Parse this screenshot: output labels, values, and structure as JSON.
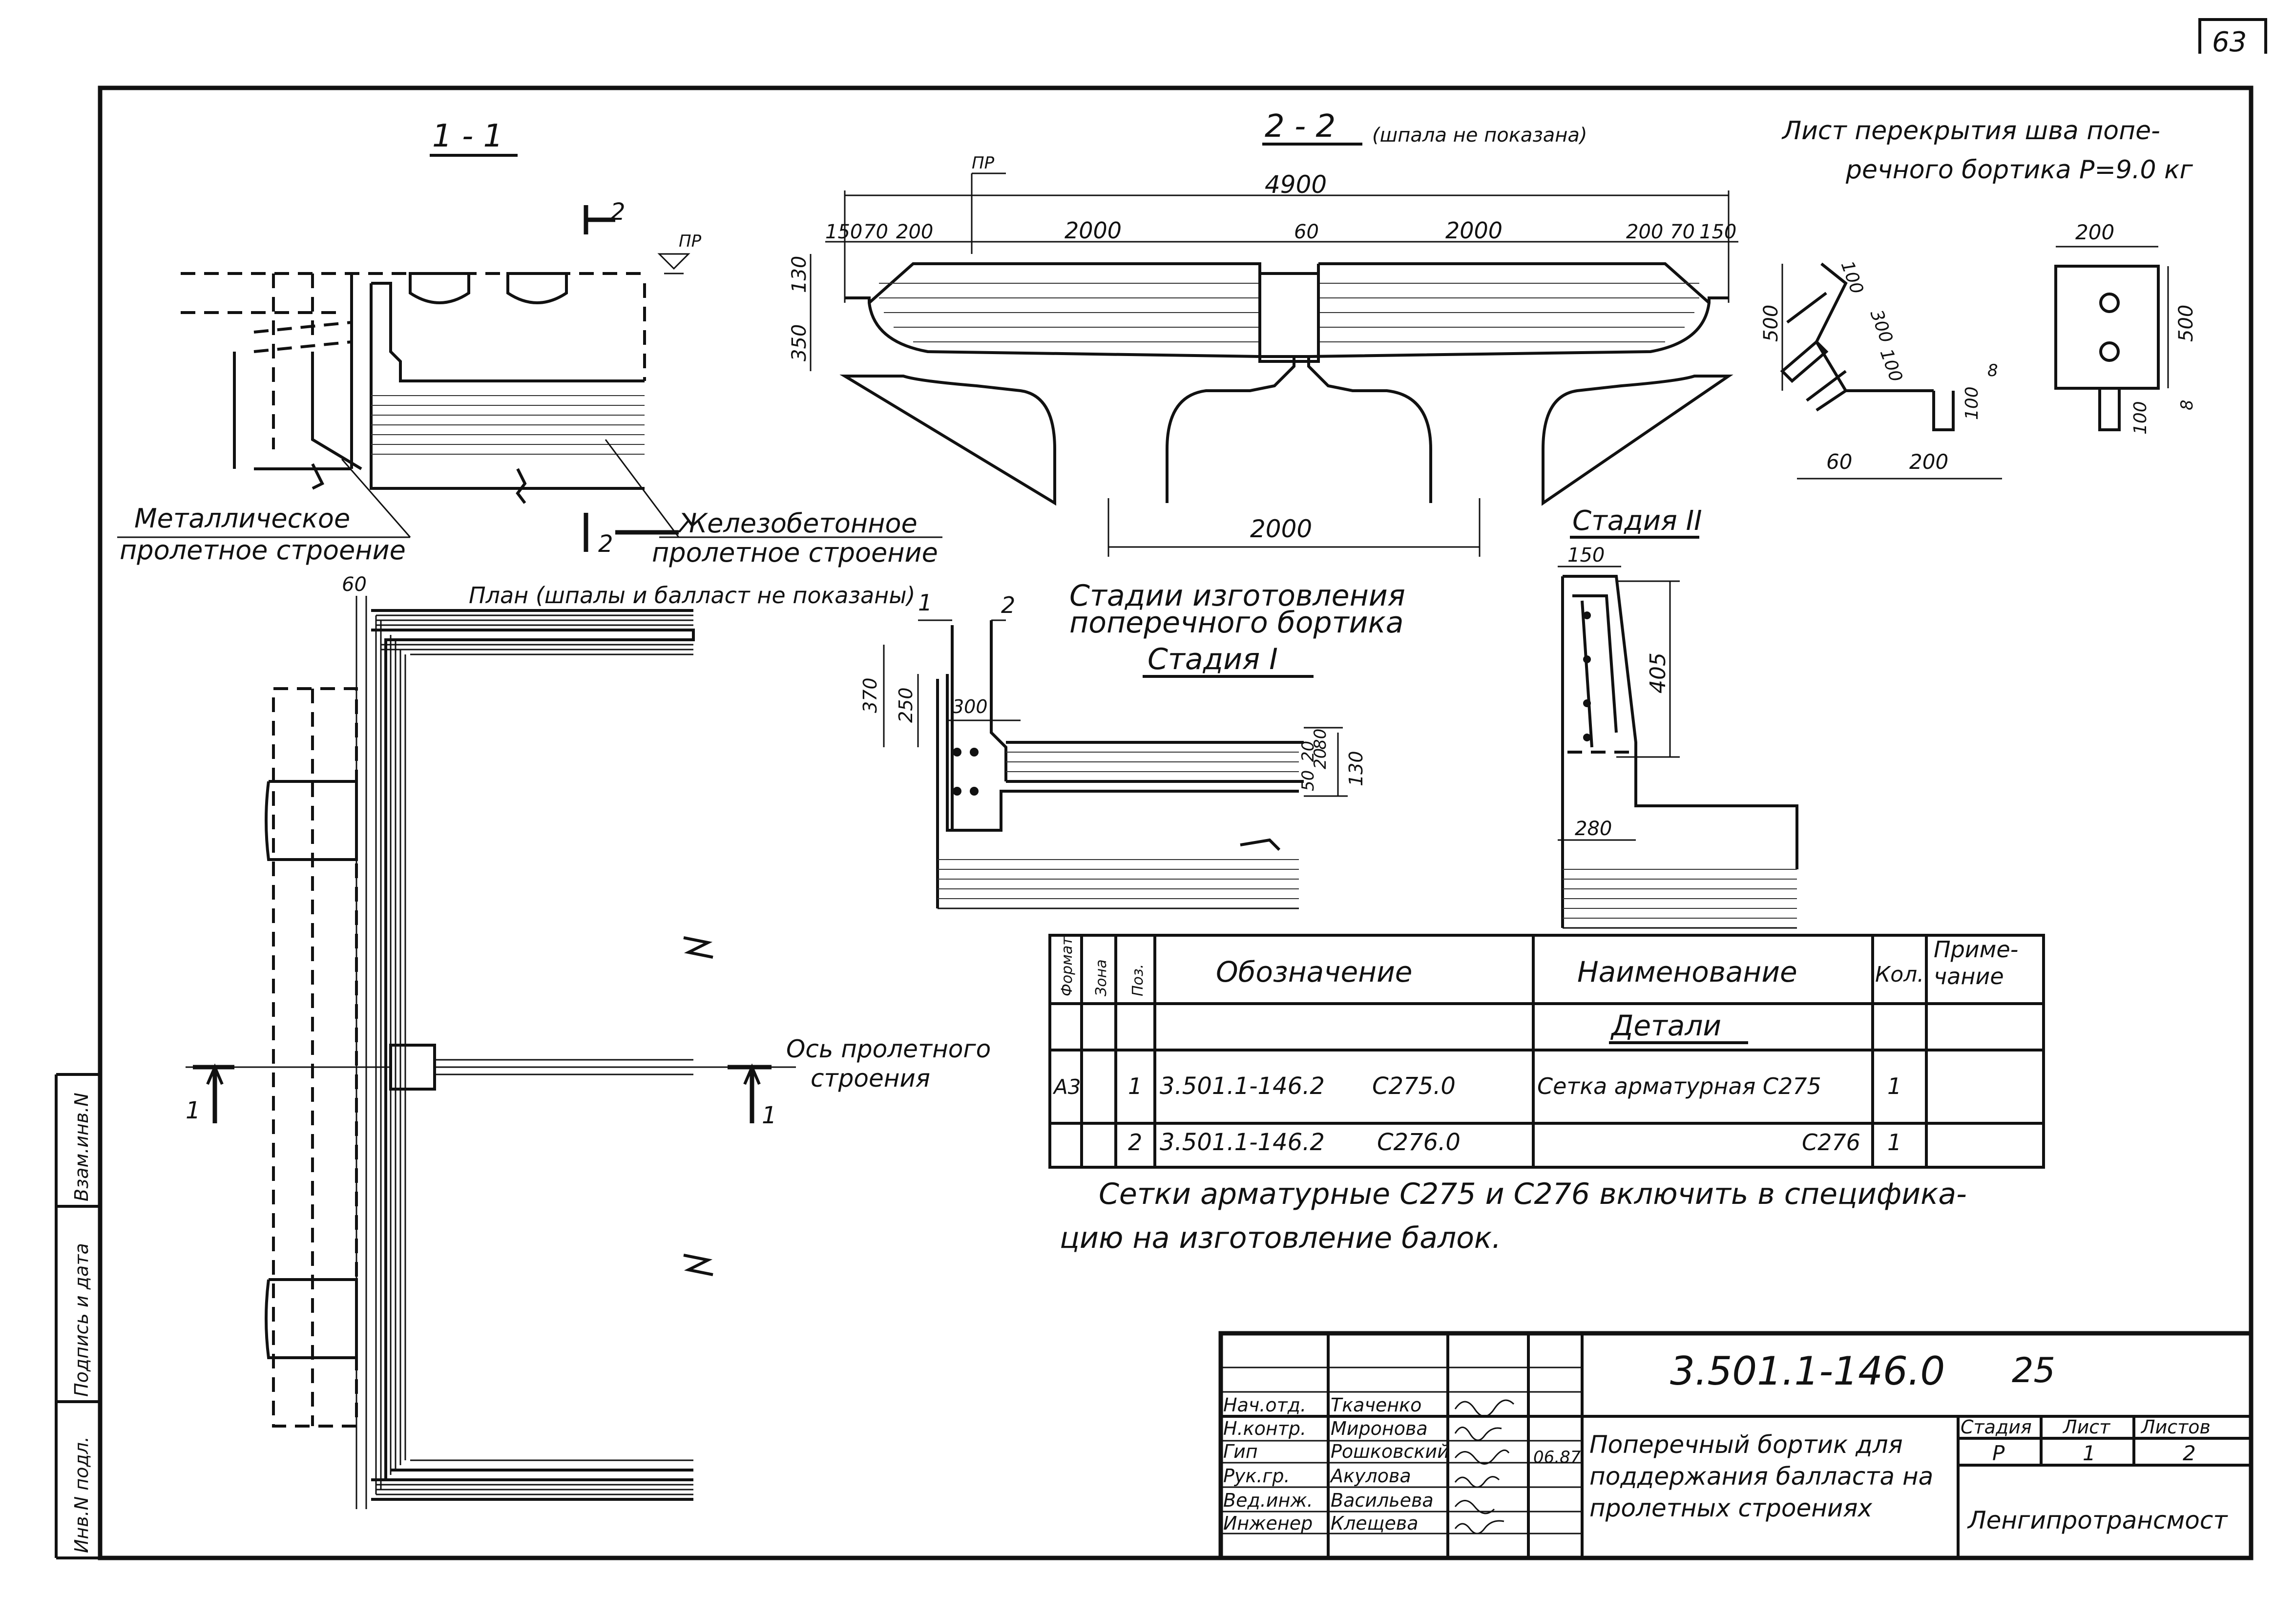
{
  "page_number": "63",
  "views": {
    "section_1_1": {
      "title": "1 - 1",
      "marker_2": "2",
      "level_mark": "ПР"
    },
    "section_2_2": {
      "title": "2 - 2",
      "note": "(шпала не показана)",
      "level_mark": "ПР",
      "dim_total": "4900",
      "dim_top": [
        "150",
        "70",
        "200",
        "2000",
        "60",
        "2000",
        "200",
        "70",
        "150"
      ],
      "dim_left": [
        "130",
        "350"
      ],
      "dim_bottom": "2000"
    },
    "joint_sheet": {
      "title_line1": "Лист перекрытия шва попе-",
      "title_line2": "речного бортика   P=9.0 кг",
      "dims": [
        "200",
        "500",
        "100",
        "300",
        "100",
        "8",
        "100",
        "60",
        "200",
        "500",
        "8",
        "100"
      ]
    },
    "labels": {
      "metal_line1": "Металлическое",
      "metal_line2": "пролетное строение",
      "concrete_line1": "Железобетонное",
      "concrete_line2": "пролетное строение"
    },
    "plan": {
      "title": "План (шпалы и балласт не показаны)",
      "dim": "60",
      "axis_line1": "Ось пролетного",
      "axis_line2": "строения",
      "marker_1": "1"
    },
    "stages": {
      "title_line1": "Стадии изготовления",
      "title_line2": "поперечного бортика",
      "stage1": "Стадия I",
      "stage2": "Стадия II",
      "pos1": "1",
      "pos2": "2",
      "stage1_dims": [
        "370",
        "250",
        "300",
        "80",
        "20",
        "50",
        "20",
        "130"
      ],
      "stage2_dims": [
        "150",
        "405",
        "280"
      ]
    }
  },
  "spec_table": {
    "headers": [
      "Формат",
      "Зона",
      "Поз.",
      "Обозначение",
      "Наименование",
      "Кол.",
      "Приме-",
      "чание"
    ],
    "section": "Детали",
    "rows": [
      {
        "format": "А3",
        "zone": "",
        "pos": "1",
        "designation": "3.501.1-146.2",
        "code": "С275.0",
        "name": "Сетка арматурная С275",
        "qty": "1",
        "note": ""
      },
      {
        "format": "",
        "zone": "",
        "pos": "2",
        "designation": "3.501.1-146.2",
        "code": "С276.0",
        "name": "С276",
        "qty": "1",
        "note": ""
      }
    ]
  },
  "note_line1": "Сетки арматурные С275 и С276 включить в специфика-",
  "note_line2": "цию на изготовление балок.",
  "side_stamp": [
    "Взам.инв.N",
    "Подпись и дата",
    "Инв.N подл."
  ],
  "title_block": {
    "doc_code": "3.501.1-146.0",
    "sheet_ref": "25",
    "title_line1": "Поперечный бортик для",
    "title_line2": "поддержания балласта на",
    "title_line3": "пролетных строениях",
    "stage_header": "Стадия",
    "sheet_header": "Лист",
    "sheets_header": "Листов",
    "stage": "Р",
    "sheet": "1",
    "sheets": "2",
    "org": "Ленгипротрансмост",
    "date": "06.87",
    "people": [
      {
        "role": "Нач.отд.",
        "name": "Ткаченко"
      },
      {
        "role": "Н.контр.",
        "name": "Миронова"
      },
      {
        "role": "Гип",
        "name": "Рошковский"
      },
      {
        "role": "Рук.гр.",
        "name": "Акулова"
      },
      {
        "role": "Вед.инж.",
        "name": "Васильева"
      },
      {
        "role": "Инженер",
        "name": "Клещева"
      }
    ]
  }
}
